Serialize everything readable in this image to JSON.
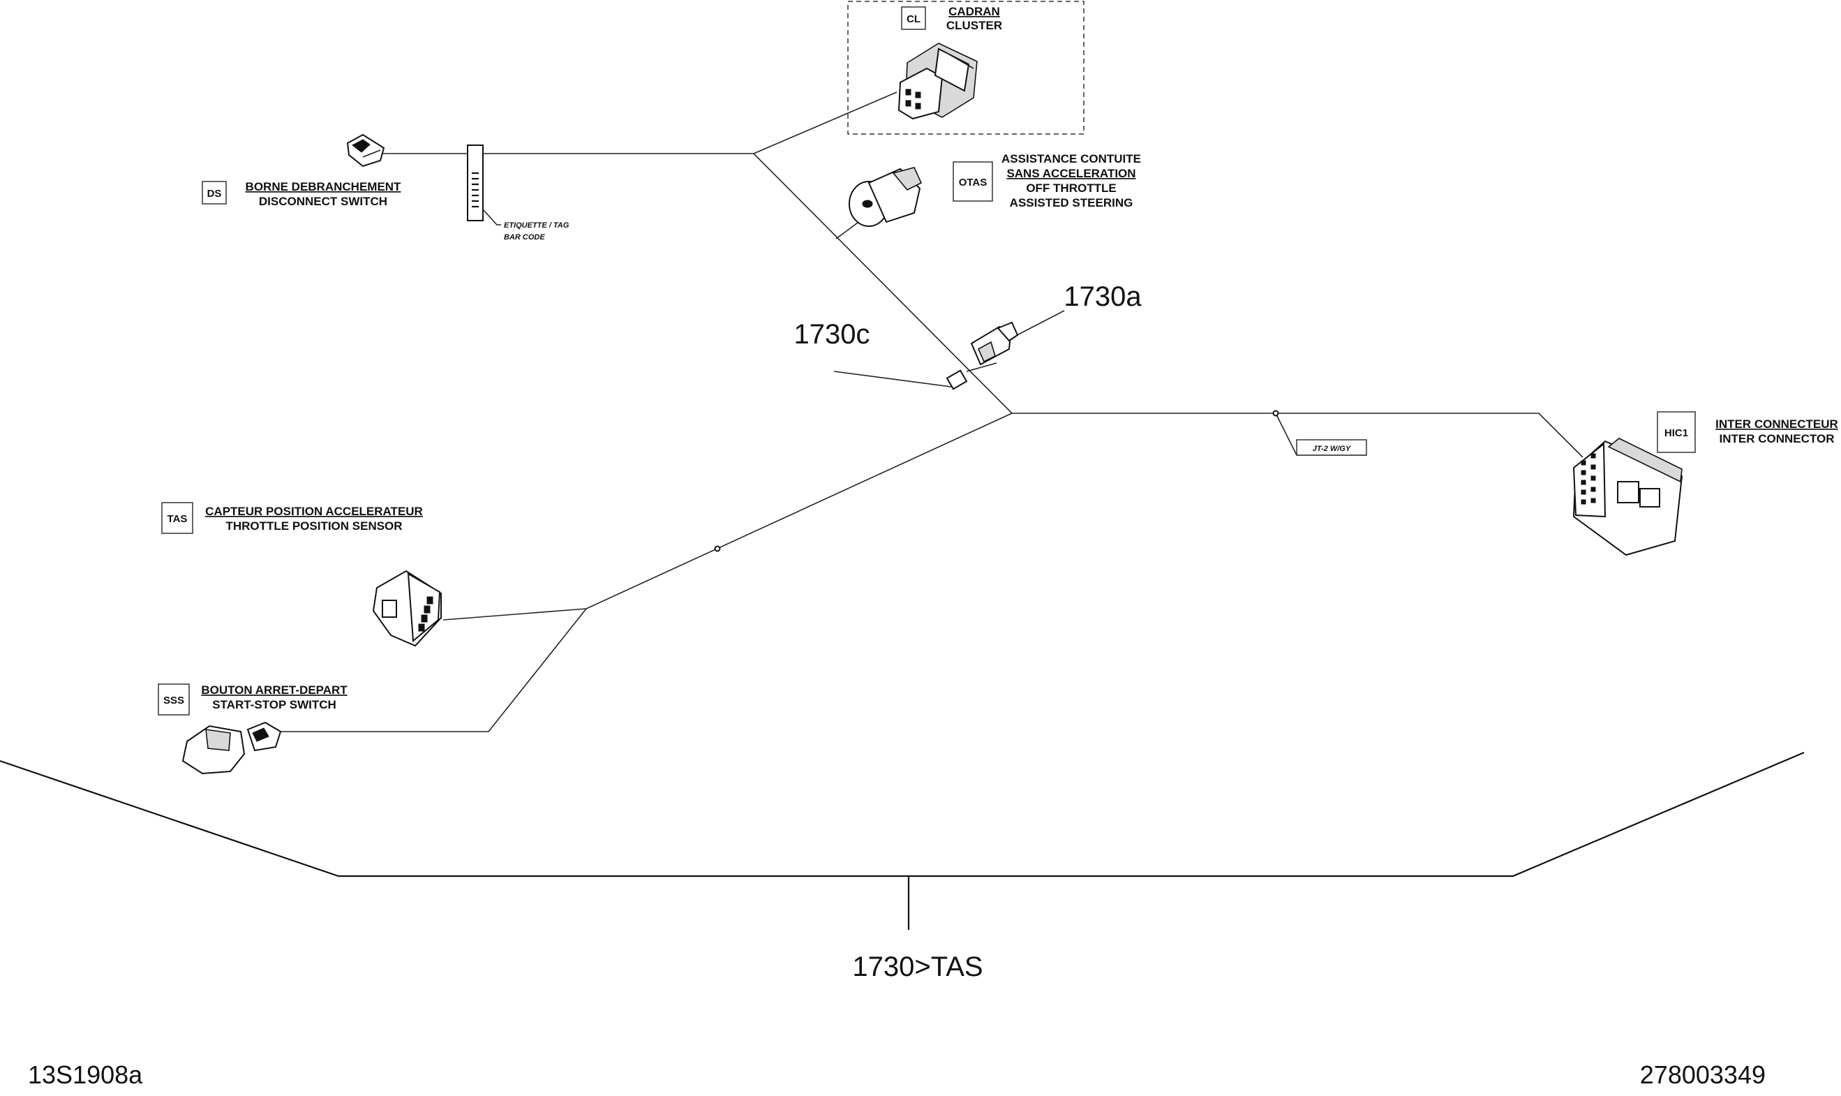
{
  "components": {
    "cl": {
      "code": "CL",
      "line1": "CADRAN",
      "line2": "CLUSTER"
    },
    "ds": {
      "code": "DS",
      "line1": "BORNE DEBRANCHEMENT",
      "line2": "DISCONNECT SWITCH"
    },
    "otas": {
      "code": "OTAS",
      "line1": "ASSISTANCE CONTUITE",
      "line2": "SANS ACCELERATION",
      "line3": "OFF THROTTLE",
      "line4": "ASSISTED STEERING"
    },
    "hic1": {
      "code": "HIC1",
      "line1": "INTER CONNECTEUR",
      "line2": "INTER CONNECTOR"
    },
    "tas": {
      "code": "TAS",
      "line1": "CAPTEUR POSITION ACCELERATEUR",
      "line2": "THROTTLE POSITION SENSOR"
    },
    "sss": {
      "code": "SSS",
      "line1": "BOUTON ARRET-DEPART",
      "line2": "START-STOP SWITCH"
    }
  },
  "tag": {
    "line1": "ETIQUETTE / TAG",
    "line2": "BAR CODE"
  },
  "junction_label": "JT-2  W/GY",
  "callouts": {
    "a": "1730a",
    "c": "1730c",
    "main": "1730>TAS"
  },
  "footer": {
    "left": "13S1908a",
    "right": "278003349"
  }
}
